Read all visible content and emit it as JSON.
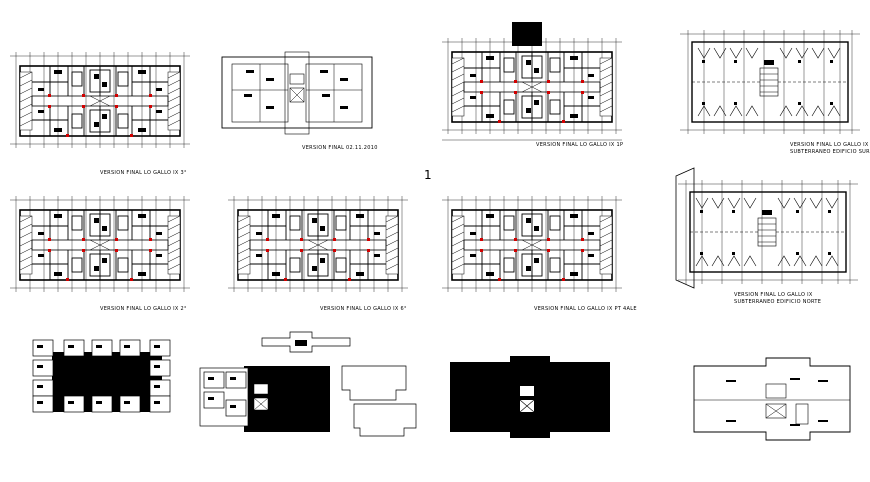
{
  "sheet": {
    "drawings": [
      {
        "id": "p1",
        "caption": "VERSION FINAL LO GALLO IX 3°"
      },
      {
        "id": "p2",
        "caption": "VERSION FINAL 02.11.2010"
      },
      {
        "id": "p3",
        "caption": "VERSION FINAL LO GALLO IX 1P"
      },
      {
        "id": "p4",
        "caption": "VERSION FINAL LO GALLO IX",
        "caption2": "SUBTERRANEO EDIFICIO SUR"
      },
      {
        "id": "p5",
        "caption": "VERSION FINAL LO GALLO IX 2°"
      },
      {
        "id": "p6",
        "caption": "VERSION FINAL LO GALLO IX 6°"
      },
      {
        "id": "p7",
        "caption": "VERSION FINAL LO GALLO IX PT 4ALE"
      },
      {
        "id": "p8",
        "caption": "VERSION FINAL LO GALLO IX",
        "caption2": "SUBTERRANEO EDIFICIO NORTE"
      }
    ],
    "center_mark": "1",
    "colors": {
      "line": "#000000",
      "accent": "#d40000",
      "background": "#ffffff"
    }
  }
}
